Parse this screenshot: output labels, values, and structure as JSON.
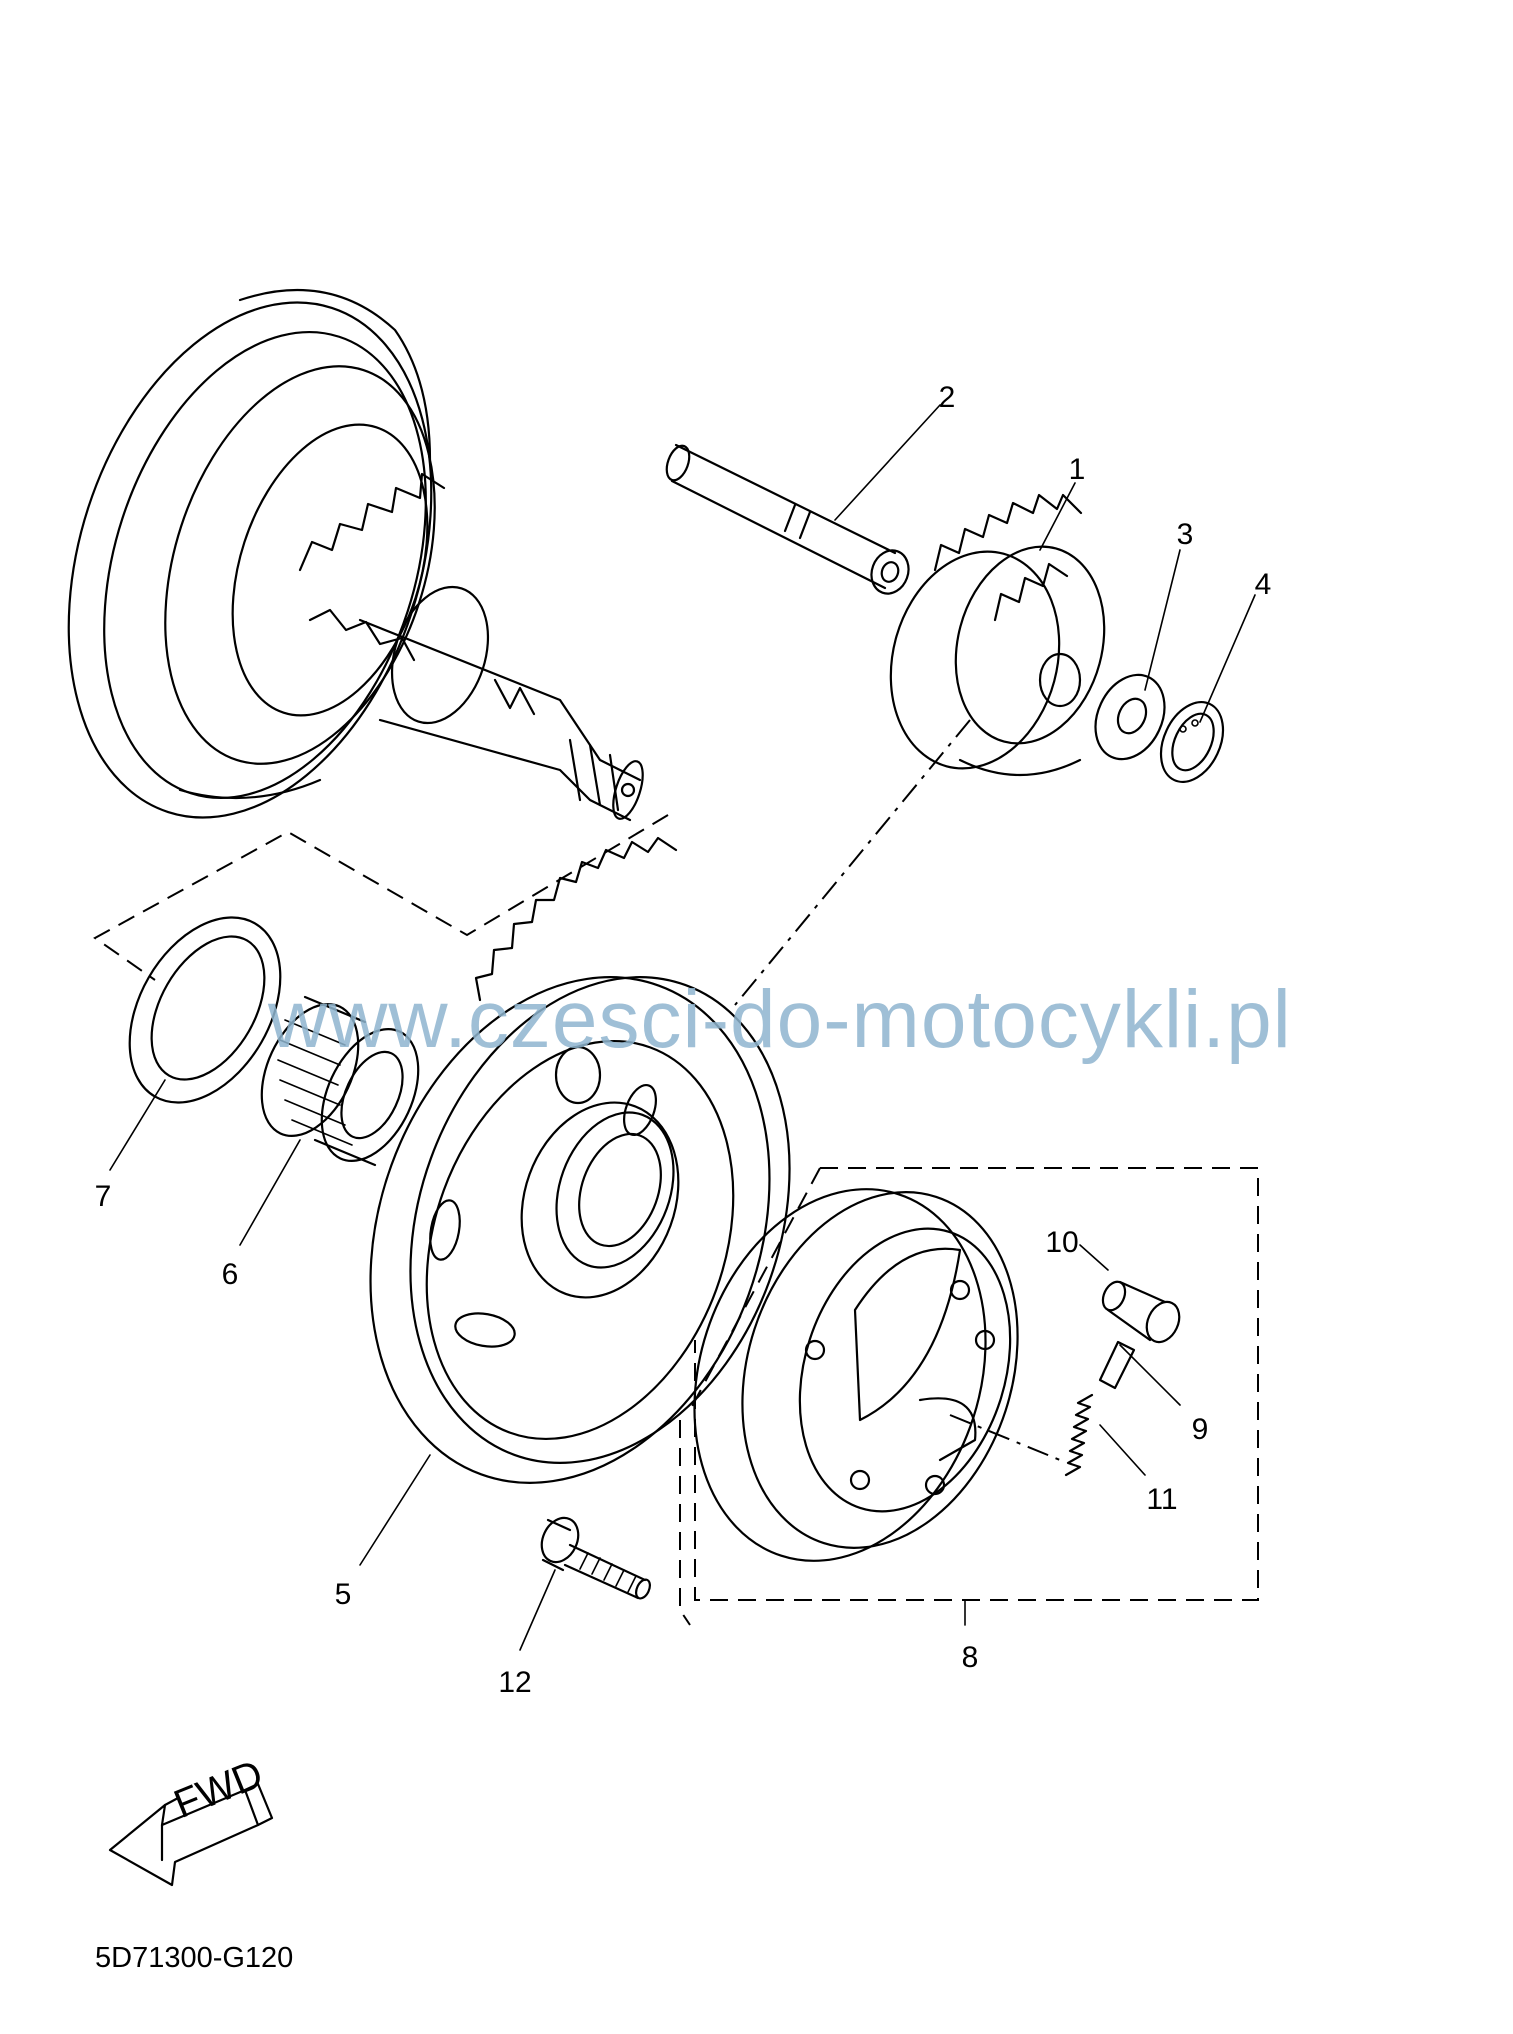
{
  "diagram": {
    "watermark": "www.czesci-do-motocykli.pl",
    "catalog_code": "5D71300-G120",
    "direction_label": "FWD",
    "callouts": [
      {
        "id": "callout-1",
        "text": "1"
      },
      {
        "id": "callout-2",
        "text": "2"
      },
      {
        "id": "callout-3",
        "text": "3"
      },
      {
        "id": "callout-4",
        "text": "4"
      },
      {
        "id": "callout-5",
        "text": "5"
      },
      {
        "id": "callout-6",
        "text": "6"
      },
      {
        "id": "callout-7",
        "text": "7"
      },
      {
        "id": "callout-8",
        "text": "8"
      },
      {
        "id": "callout-9",
        "text": "9"
      },
      {
        "id": "callout-10",
        "text": "10"
      },
      {
        "id": "callout-11",
        "text": "11"
      },
      {
        "id": "callout-12",
        "text": "12"
      }
    ]
  }
}
